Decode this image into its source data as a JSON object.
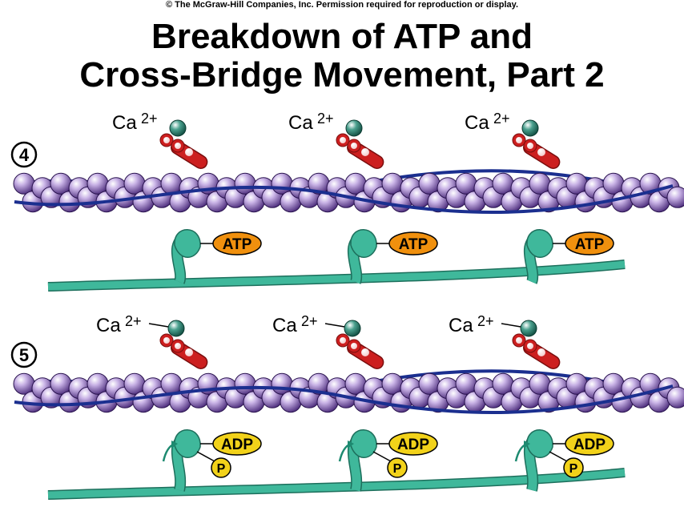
{
  "copyright": "© The McGraw-Hill Companies, Inc. Permission required for reproduction or display.",
  "title_line1": "Breakdown of ATP and",
  "title_line2": "Cross-Bridge Movement, Part 2",
  "colors": {
    "actin_dark": "#4a2a7a",
    "actin_light": "#c9b3e6",
    "tropomyosin": "#1b2f8f",
    "troponin_red": "#cc1f1f",
    "troponin_pink": "#f3c9c9",
    "calcium_green": "#1e6a5a",
    "myosin": "#3fb89b",
    "atp_fill": "#f0900e",
    "adp_fill": "#f2d21a"
  },
  "panels": [
    {
      "step": "4",
      "calcium_label": "Ca",
      "calcium_charge": "2+",
      "molecule_label": "ATP",
      "phosphate_label": ""
    },
    {
      "step": "5",
      "calcium_label": "Ca",
      "calcium_charge": "2+",
      "molecule_label": "ADP",
      "phosphate_label": "P"
    }
  ]
}
